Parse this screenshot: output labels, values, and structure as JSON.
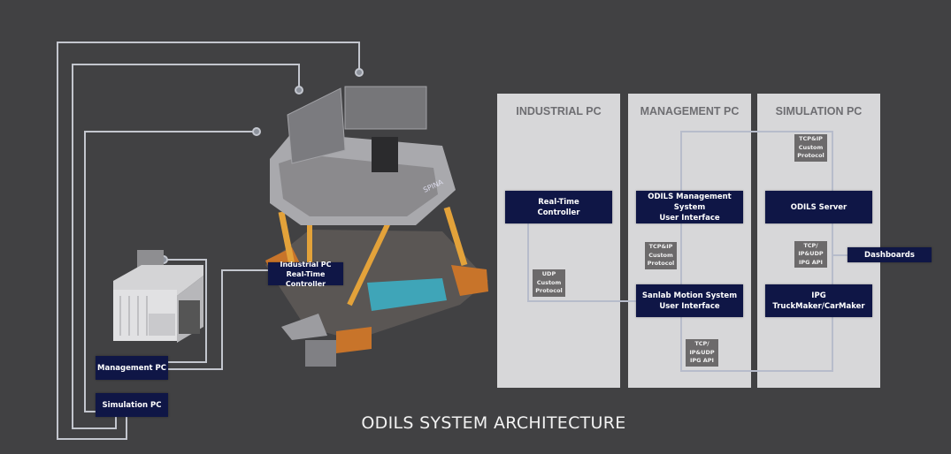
{
  "title": "ODILS SYSTEM ARCHITECTURE",
  "left": {
    "labels": {
      "management_pc": "Management PC",
      "simulation_pc": "Simulation PC",
      "industrial_pc": "Industrial PC\nReal-Time Controller"
    },
    "simulator_logo": "SPINA"
  },
  "columns": [
    {
      "title": "INDUSTRIAL PC"
    },
    {
      "title": "MANAGEMENT PC"
    },
    {
      "title": "SIMULATION PC"
    }
  ],
  "boxes": {
    "real_time_controller": "Real-Time\nController",
    "odils_management": "ODILS Management System\nUser Interface",
    "odils_server": "ODILS Server",
    "sanlab_motion": "Sanlab Motion System\nUser Interface",
    "ipg": "IPG\nTruckMaker/CarMaker",
    "dashboards": "Dashboards"
  },
  "protocols": {
    "udp_custom": "UDP\nCustom\nProtocol",
    "tcpip_custom_mgmt": "TCP&IP\nCustom\nProtocol",
    "tcpip_custom_sim": "TCP&IP\nCustom\nProtocol",
    "tcp_ipudp_sim": "TCP/\nIP&UDP\nIPG API",
    "tcp_ipudp_bottom": "TCP/\nIP&UDP\nIPG API"
  },
  "colors": {
    "background": "#414143",
    "panel": "#d7d7d9",
    "box": "#0f1646",
    "tag": "#6c6a6b",
    "line": "#b7bccb"
  }
}
